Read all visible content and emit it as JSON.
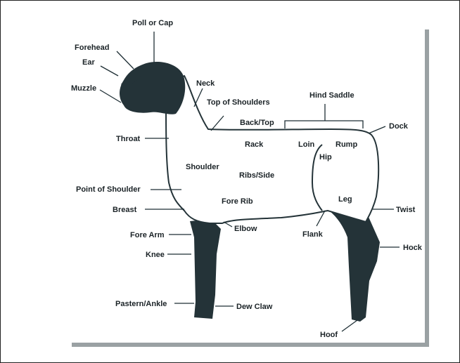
{
  "diagram": {
    "colors": {
      "sheep_dark": "#243338",
      "sheep_body": "#ffffff",
      "card_shadow": "#9aa1a3",
      "text": "#1a2226"
    },
    "labels": {
      "poll": "Poll or Cap",
      "forehead": "Forehead",
      "ear": "Ear",
      "muzzle": "Muzzle",
      "neck": "Neck",
      "top_of_shoulders": "Top of Shoulders",
      "hind_saddle": "Hind Saddle",
      "back_top": "Back/Top",
      "dock": "Dock",
      "throat": "Throat",
      "rack": "Rack",
      "loin": "Loin",
      "rump": "Rump",
      "hip": "Hip",
      "shoulder": "Shoulder",
      "ribs_side": "Ribs/Side",
      "point_of_shoulder": "Point of Shoulder",
      "fore_rib": "Fore Rib",
      "leg": "Leg",
      "breast": "Breast",
      "twist": "Twist",
      "elbow": "Elbow",
      "fore_arm": "Fore Arm",
      "flank": "Flank",
      "hock": "Hock",
      "knee": "Knee",
      "pastern_ankle": "Pastern/Ankle",
      "dew_claw": "Dew Claw",
      "hoof": "Hoof"
    }
  }
}
